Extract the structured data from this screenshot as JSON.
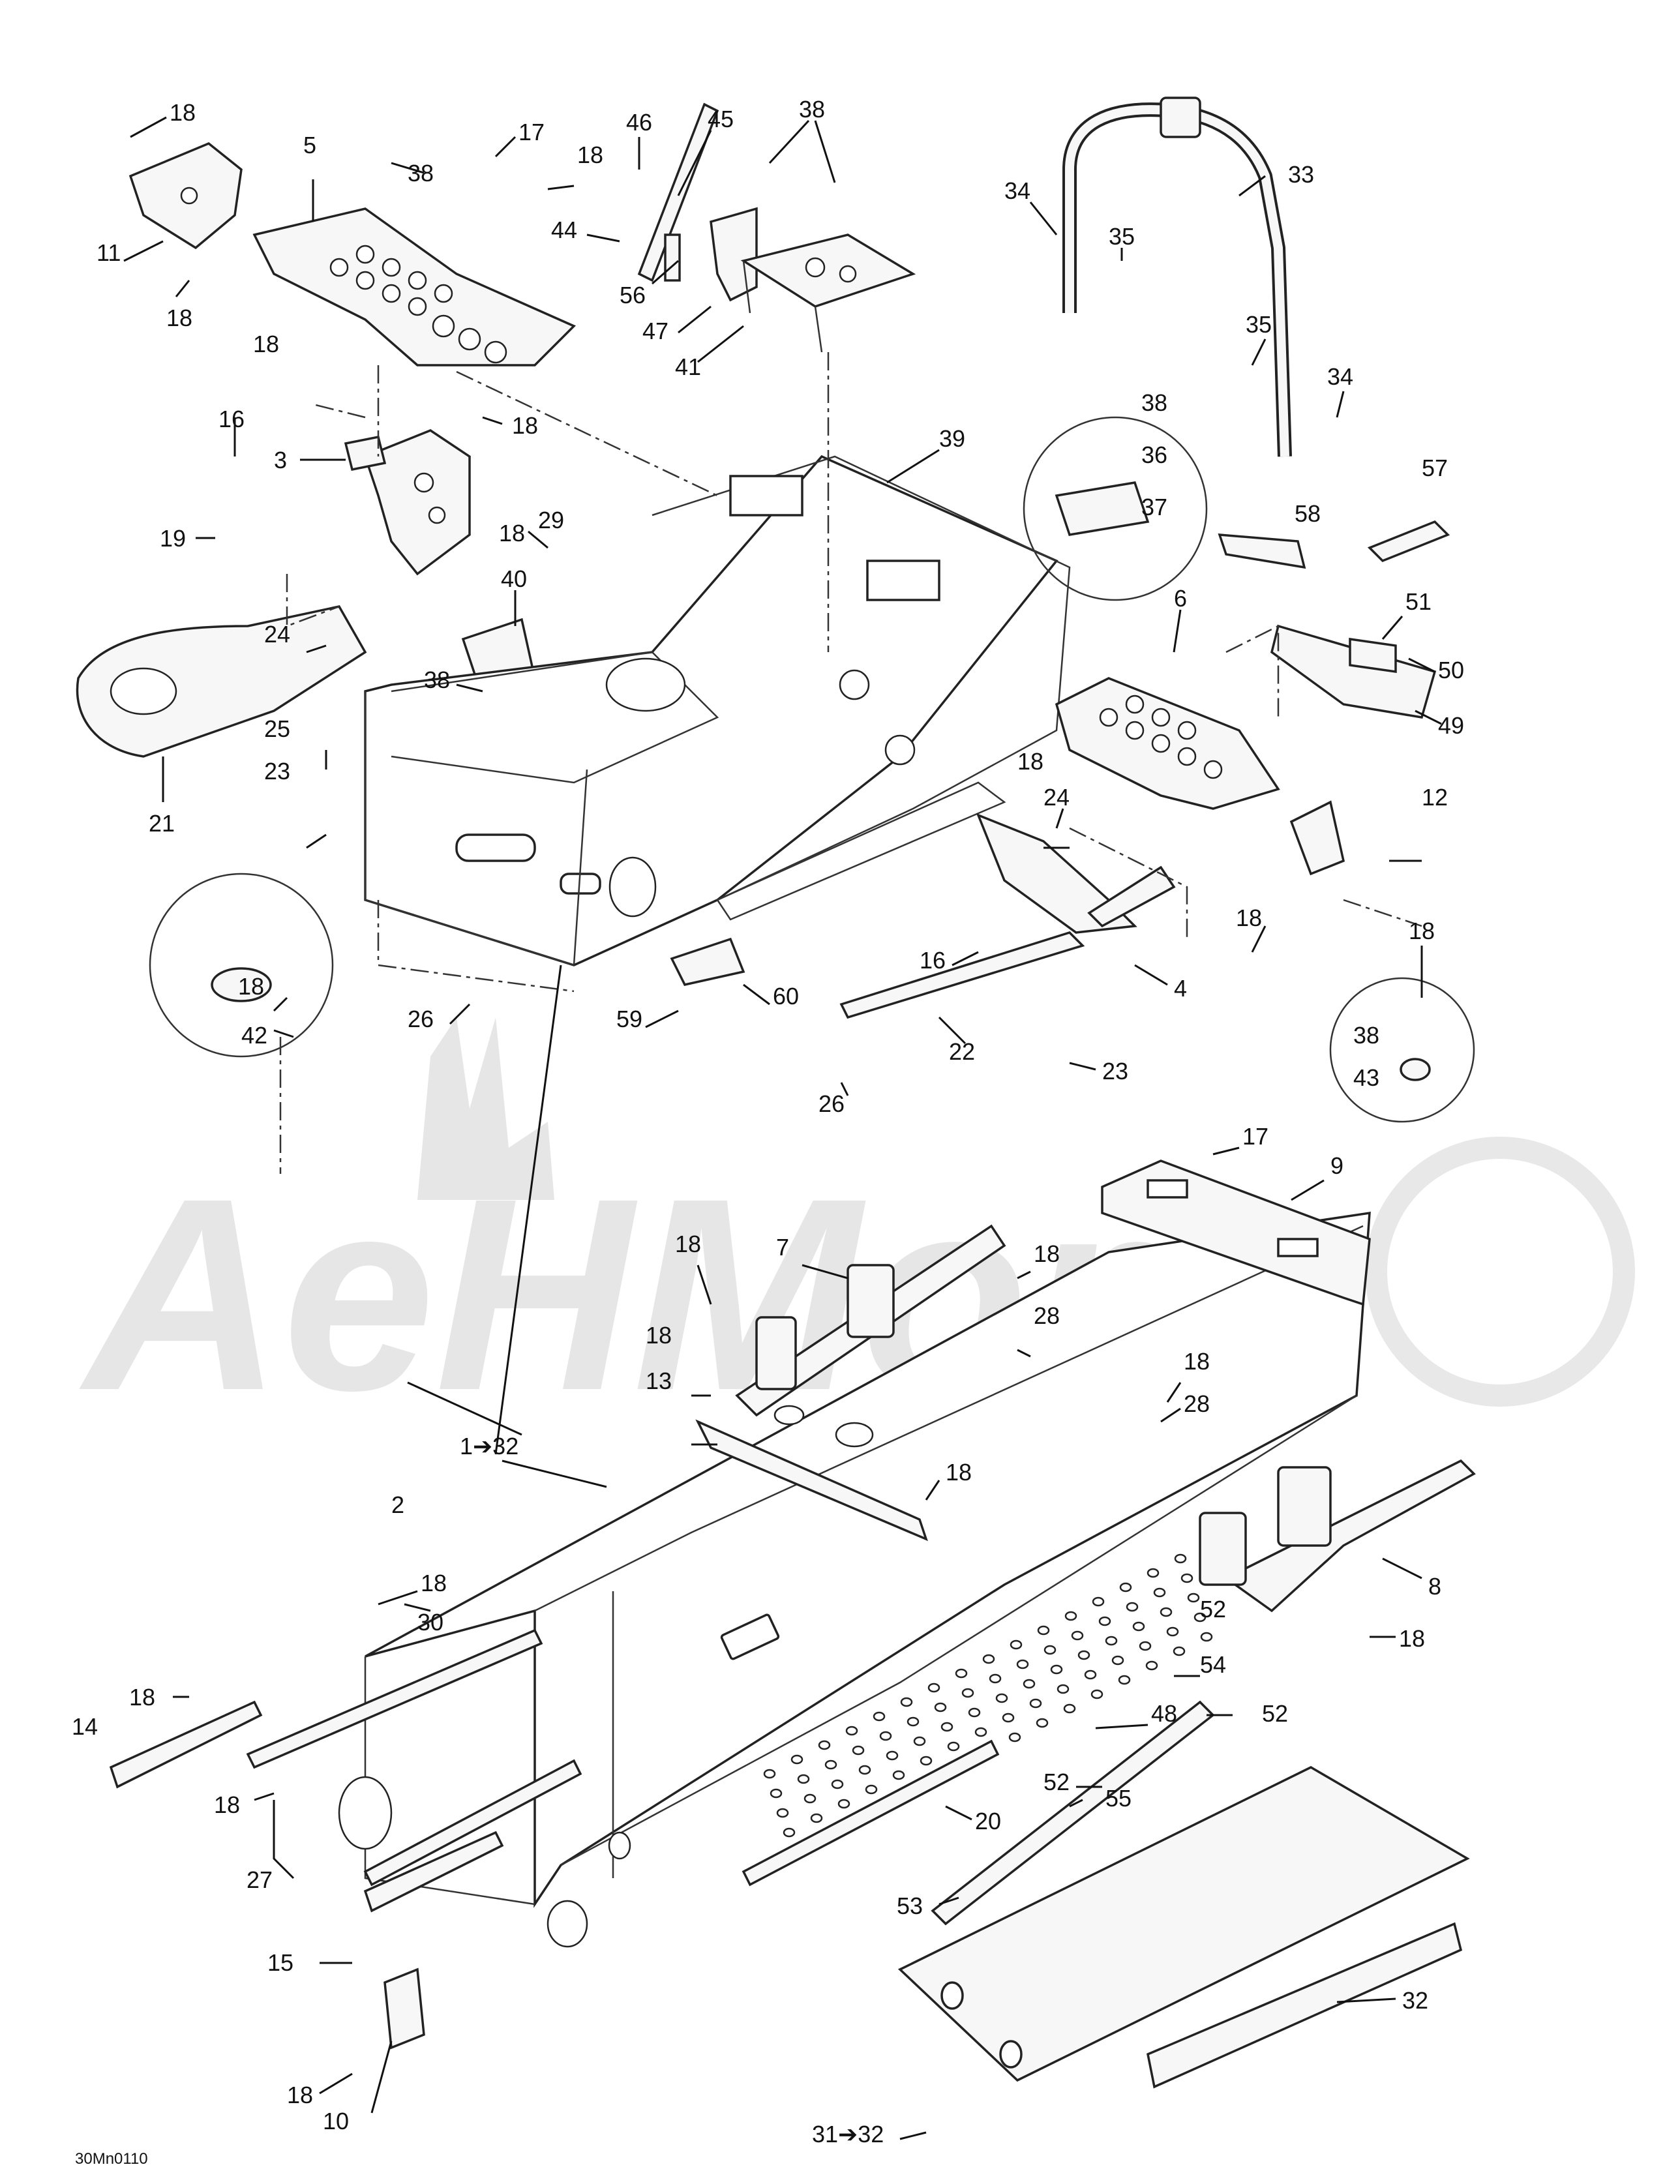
{
  "watermark": {
    "text": "AeHMom"
  },
  "diagram_code": "30Mn0110",
  "callouts": [
    {
      "id": "c18a",
      "text": "18"
    },
    {
      "id": "c11",
      "text": "11"
    },
    {
      "id": "c18b",
      "text": "18"
    },
    {
      "id": "c5",
      "text": "5"
    },
    {
      "id": "c38a",
      "text": "38"
    },
    {
      "id": "c18c",
      "text": "18"
    },
    {
      "id": "c17a",
      "text": "17"
    },
    {
      "id": "c18d",
      "text": "18"
    },
    {
      "id": "c46",
      "text": "46"
    },
    {
      "id": "c45",
      "text": "45"
    },
    {
      "id": "c44",
      "text": "44"
    },
    {
      "id": "c56",
      "text": "56"
    },
    {
      "id": "c47",
      "text": "47"
    },
    {
      "id": "c41",
      "text": "41"
    },
    {
      "id": "c38b",
      "text": "38"
    },
    {
      "id": "c34a",
      "text": "34"
    },
    {
      "id": "c35a",
      "text": "35"
    },
    {
      "id": "c33",
      "text": "33"
    },
    {
      "id": "c35b",
      "text": "35"
    },
    {
      "id": "c34b",
      "text": "34"
    },
    {
      "id": "c16a",
      "text": "16"
    },
    {
      "id": "c18e",
      "text": "18"
    },
    {
      "id": "c3",
      "text": "3"
    },
    {
      "id": "c39",
      "text": "39"
    },
    {
      "id": "c38c",
      "text": "38"
    },
    {
      "id": "c36",
      "text": "36"
    },
    {
      "id": "c37",
      "text": "37"
    },
    {
      "id": "c57",
      "text": "57"
    },
    {
      "id": "c58",
      "text": "58"
    },
    {
      "id": "c19",
      "text": "19"
    },
    {
      "id": "c18f",
      "text": "18"
    },
    {
      "id": "c29",
      "text": "29"
    },
    {
      "id": "c40",
      "text": "40"
    },
    {
      "id": "c6",
      "text": "6"
    },
    {
      "id": "c51",
      "text": "51"
    },
    {
      "id": "c50",
      "text": "50"
    },
    {
      "id": "c49",
      "text": "49"
    },
    {
      "id": "c24a",
      "text": "24"
    },
    {
      "id": "c38d",
      "text": "38"
    },
    {
      "id": "c25",
      "text": "25"
    },
    {
      "id": "c23a",
      "text": "23"
    },
    {
      "id": "c21",
      "text": "21"
    },
    {
      "id": "c18g",
      "text": "18"
    },
    {
      "id": "c24b",
      "text": "24"
    },
    {
      "id": "c12",
      "text": "12"
    },
    {
      "id": "c18h",
      "text": "18"
    },
    {
      "id": "c18i",
      "text": "18"
    },
    {
      "id": "c16b",
      "text": "16"
    },
    {
      "id": "c4",
      "text": "4"
    },
    {
      "id": "c60",
      "text": "60"
    },
    {
      "id": "c59",
      "text": "59"
    },
    {
      "id": "c18j",
      "text": "18"
    },
    {
      "id": "c42",
      "text": "42"
    },
    {
      "id": "c26a",
      "text": "26"
    },
    {
      "id": "c22",
      "text": "22"
    },
    {
      "id": "c23b",
      "text": "23"
    },
    {
      "id": "c38e",
      "text": "38"
    },
    {
      "id": "c43",
      "text": "43"
    },
    {
      "id": "c26b",
      "text": "26"
    },
    {
      "id": "c17b",
      "text": "17"
    },
    {
      "id": "c9",
      "text": "9"
    },
    {
      "id": "c7",
      "text": "7"
    },
    {
      "id": "c18k",
      "text": "18"
    },
    {
      "id": "c18l",
      "text": "18"
    },
    {
      "id": "c28a",
      "text": "28"
    },
    {
      "id": "c18m",
      "text": "18"
    },
    {
      "id": "c13",
      "text": "13"
    },
    {
      "id": "c18n",
      "text": "18"
    },
    {
      "id": "c28b",
      "text": "28"
    },
    {
      "id": "c1to32",
      "text": "1➔32"
    },
    {
      "id": "c18o",
      "text": "18"
    },
    {
      "id": "c2",
      "text": "2"
    },
    {
      "id": "c8",
      "text": "8"
    },
    {
      "id": "c18p",
      "text": "18"
    },
    {
      "id": "c30",
      "text": "30"
    },
    {
      "id": "c52a",
      "text": "52"
    },
    {
      "id": "c54",
      "text": "54"
    },
    {
      "id": "c18q",
      "text": "18"
    },
    {
      "id": "c18r",
      "text": "18"
    },
    {
      "id": "c14",
      "text": "14"
    },
    {
      "id": "c52b",
      "text": "52"
    },
    {
      "id": "c48",
      "text": "48"
    },
    {
      "id": "c18s",
      "text": "18"
    },
    {
      "id": "c52c",
      "text": "52"
    },
    {
      "id": "c55",
      "text": "55"
    },
    {
      "id": "c20",
      "text": "20"
    },
    {
      "id": "c27",
      "text": "27"
    },
    {
      "id": "c53",
      "text": "53"
    },
    {
      "id": "c15",
      "text": "15"
    },
    {
      "id": "c32",
      "text": "32"
    },
    {
      "id": "c18t",
      "text": "18"
    },
    {
      "id": "c10",
      "text": "10"
    },
    {
      "id": "c31to32",
      "text": "31➔32"
    }
  ]
}
